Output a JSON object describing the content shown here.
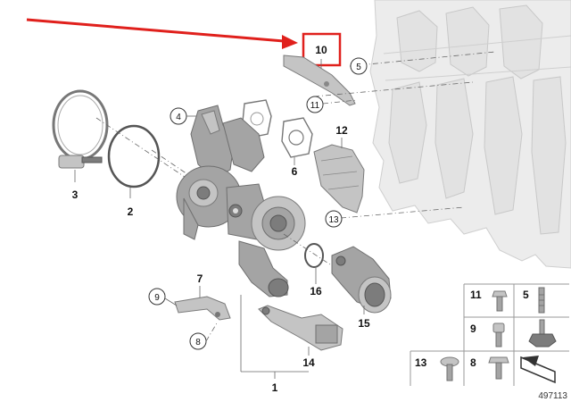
{
  "callouts": {
    "p1": "1",
    "p2": "2",
    "p3": "3",
    "p4": "4",
    "p5": "5",
    "p6": "6",
    "p7": "7",
    "p8": "8",
    "p9": "9",
    "p10": "10",
    "p11": "11",
    "p12": "12",
    "p13": "13",
    "p14": "14",
    "p15": "15",
    "p16": "16"
  },
  "legend": {
    "k11": "11",
    "k5": "5",
    "k9": "9",
    "k8": "8",
    "k13": "13"
  },
  "ref_number": "497113",
  "colors": {
    "highlight": "#e0201c"
  }
}
